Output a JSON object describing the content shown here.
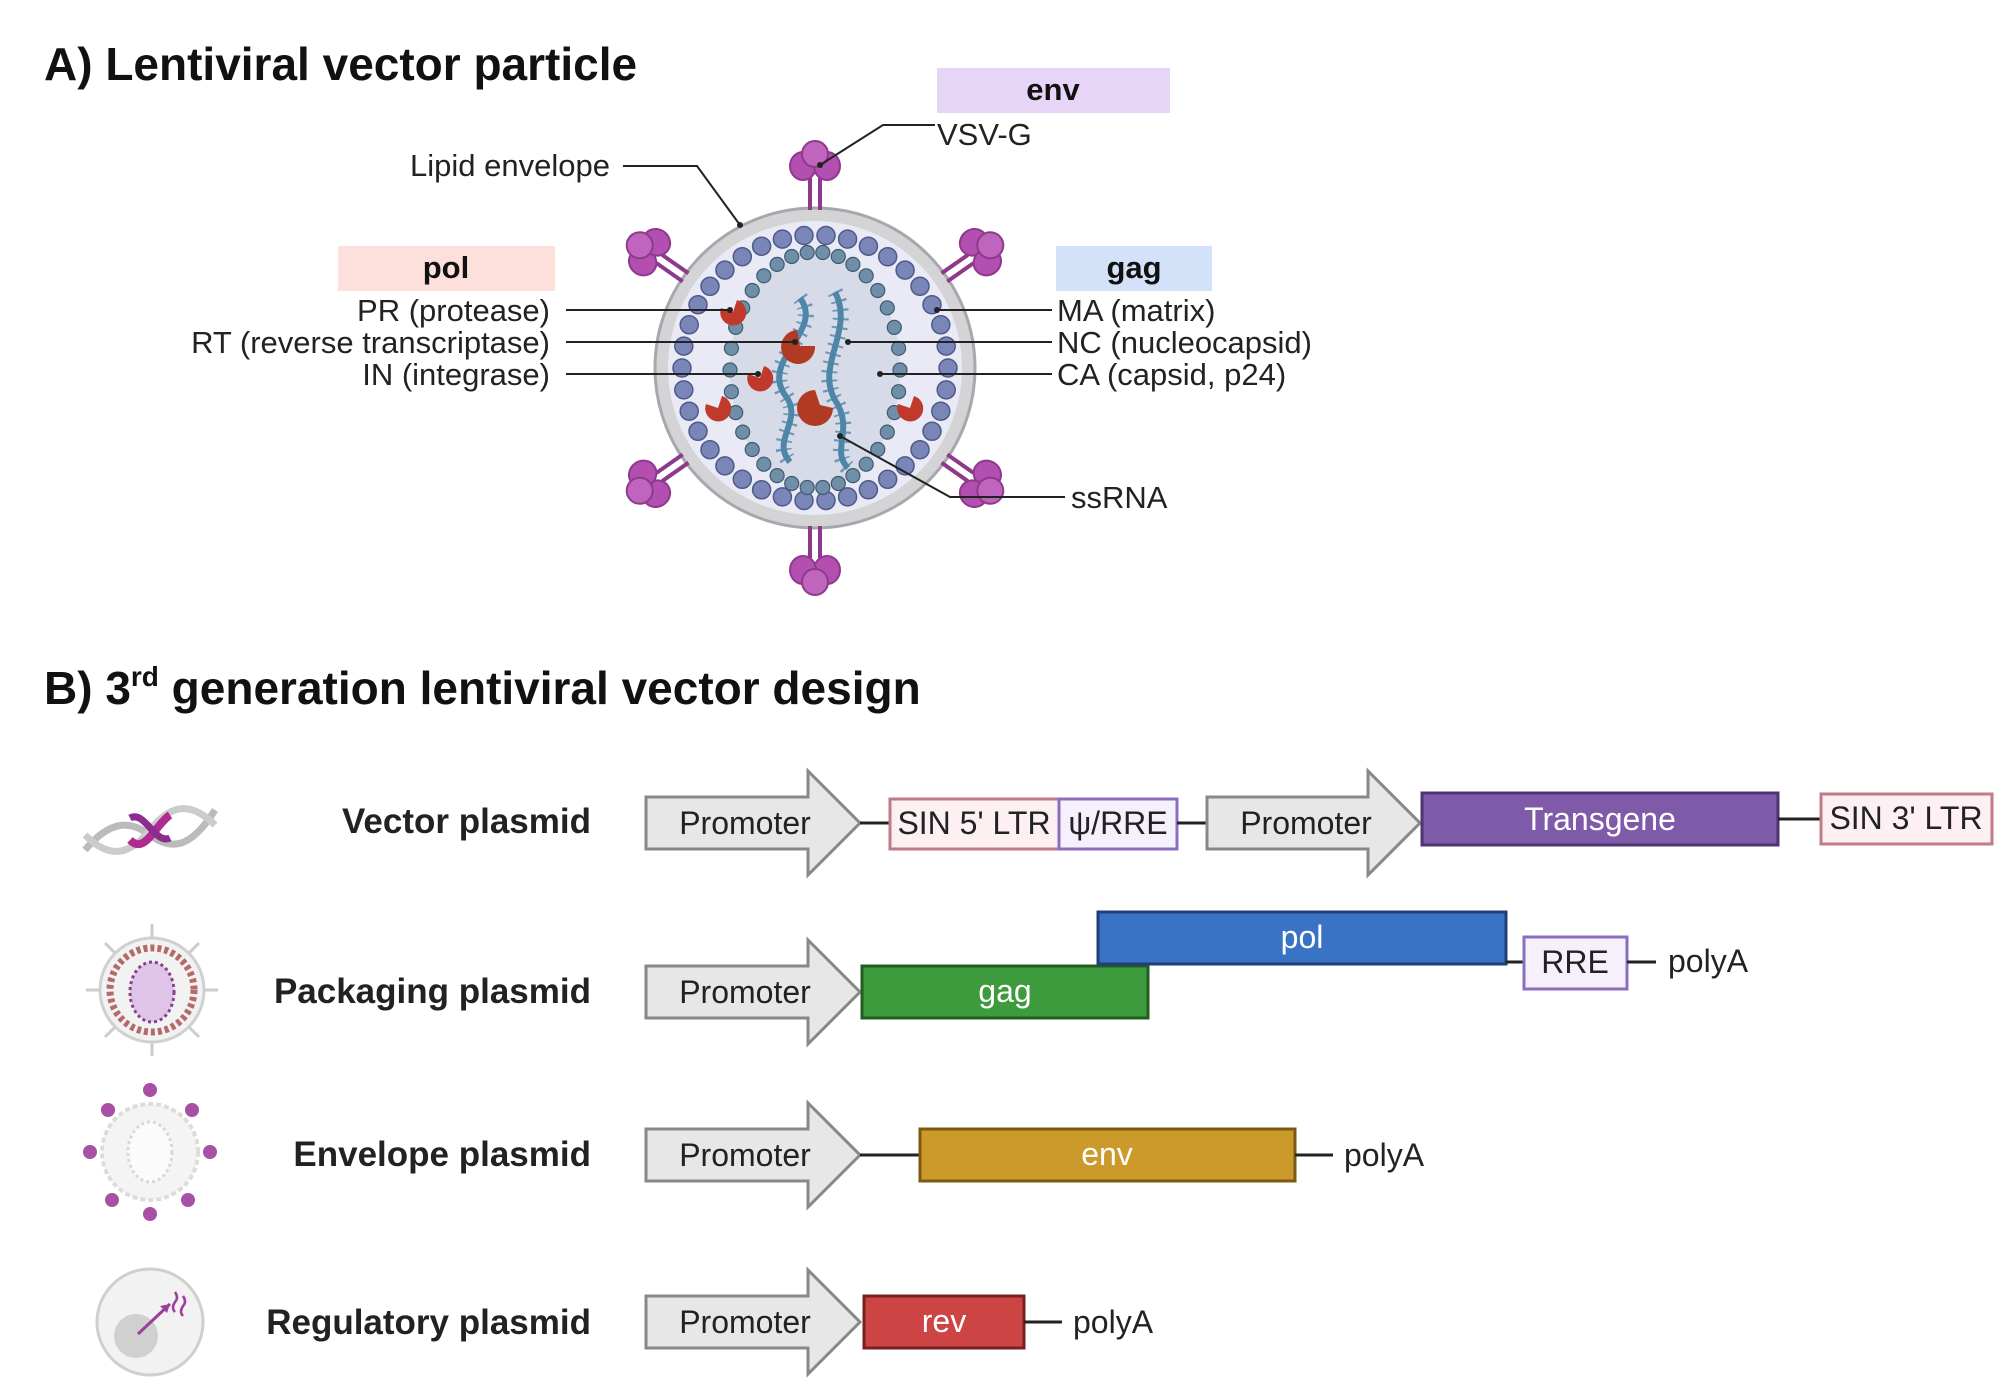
{
  "panel_a": {
    "title": "A) Lentiviral vector particle",
    "env_header": "env",
    "pol_header": "pol",
    "gag_header": "gag",
    "labels": {
      "vsvg": "VSV-G",
      "lipid": "Lipid envelope",
      "pr": "PR (protease)",
      "rt": "RT (reverse transcriptase)",
      "in": "IN (integrase)",
      "ma": "MA (matrix)",
      "nc": "NC (nucleocapsid)",
      "ca": "CA (capsid, p24)",
      "ssrna": "ssRNA"
    }
  },
  "panel_b": {
    "title_prefix": "B) 3",
    "title_sup": "rd",
    "title_suffix": " generation lentiviral vector design",
    "rows": {
      "vector": {
        "label": "Vector plasmid",
        "promoter1": "Promoter",
        "sin5": "SIN 5' LTR",
        "psi": "ψ/RRE",
        "promoter2": "Promoter",
        "transgene": "Transgene",
        "sin3": "SIN 3' LTR"
      },
      "packaging": {
        "label": "Packaging plasmid",
        "promoter": "Promoter",
        "gag": "gag",
        "pol": "pol",
        "rre": "RRE",
        "polya": "polyA"
      },
      "envelope": {
        "label": "Envelope plasmid",
        "promoter": "Promoter",
        "env": "env",
        "polya": "polyA"
      },
      "regulatory": {
        "label": "Regulatory plasmid",
        "promoter": "Promoter",
        "rev": "rev",
        "polya": "polyA"
      }
    }
  },
  "colors": {
    "env_header_bg": "#e6d5f7",
    "pol_header_bg": "#fde0dc",
    "gag_header_bg": "#d3e2f8",
    "glycoprotein": "#b24fb0",
    "matrix_bead": "#7b86b8",
    "capsid_bead": "#6f8fa8",
    "enzyme": "#c0392b",
    "rna": "#4f86a8",
    "transgene": "#7f5aa8",
    "pol": "#3b73c4",
    "gag": "#3d9a3d",
    "env": "#cc9a2a",
    "rev": "#cc4444",
    "promoter_fill": "#e7e7e7"
  }
}
